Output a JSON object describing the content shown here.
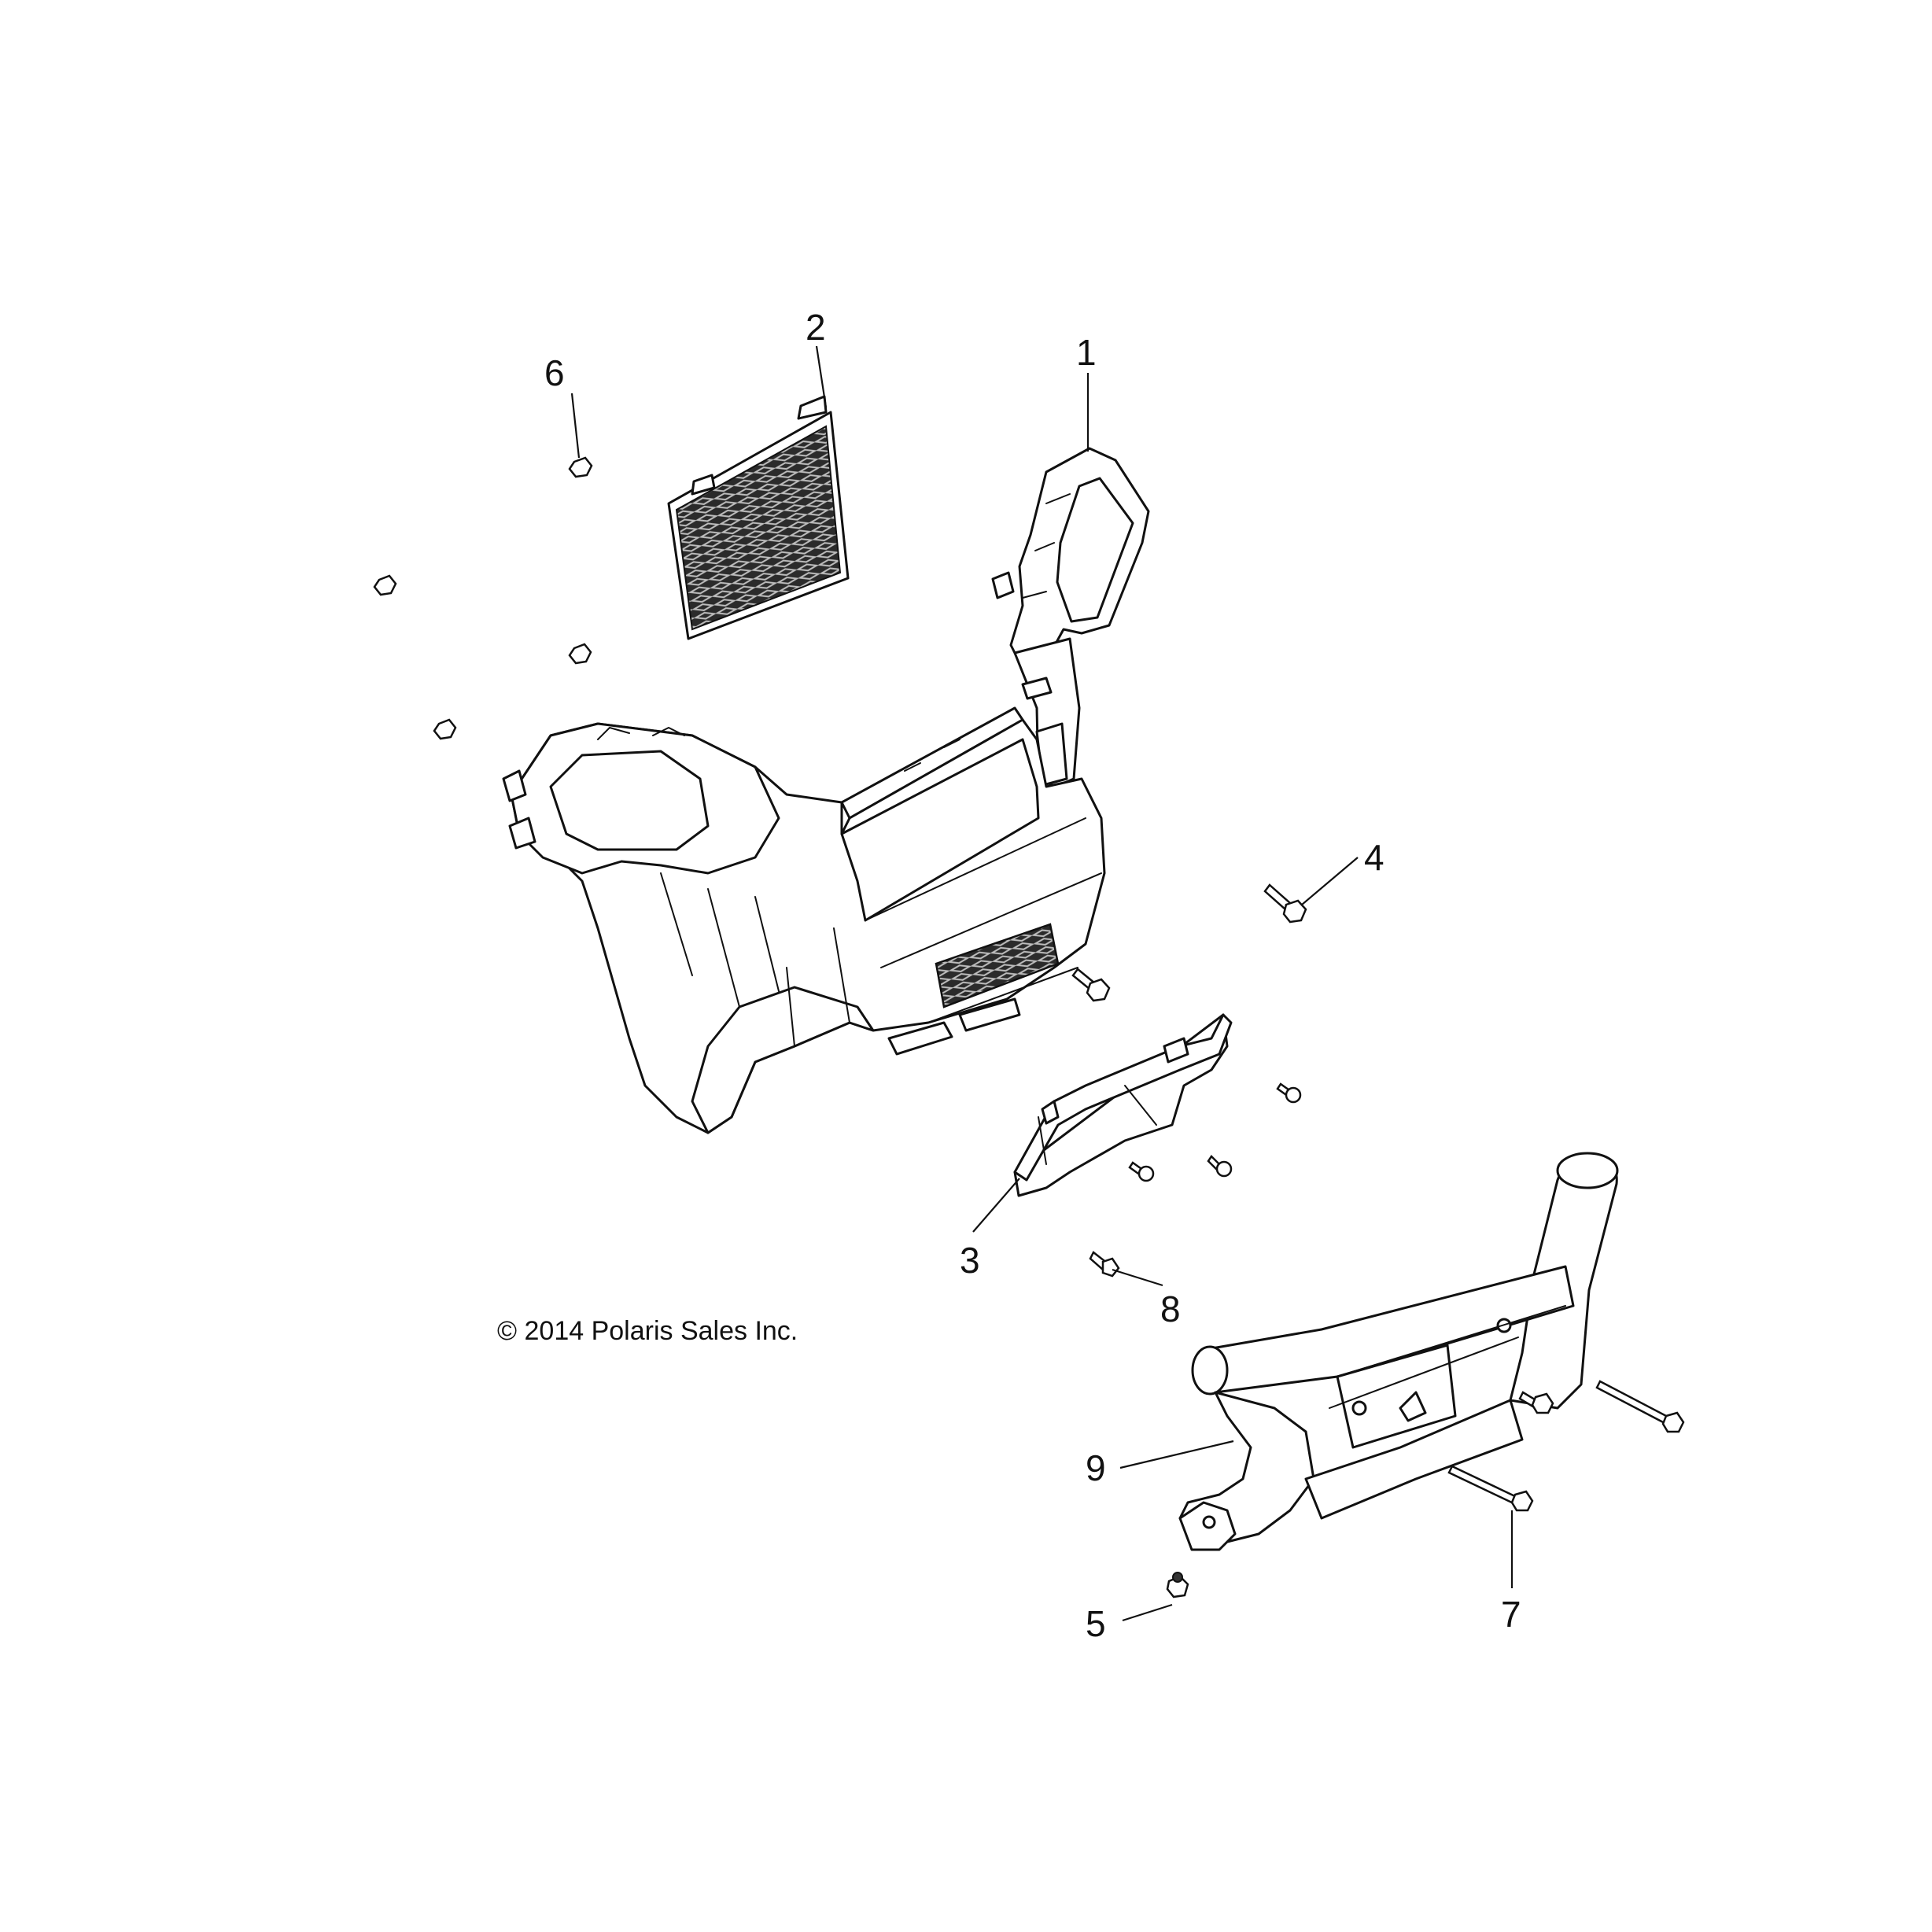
{
  "diagram": {
    "copyright": "© 2014 Polaris Sales Inc.",
    "callouts": {
      "c1": "1",
      "c2": "2",
      "c3": "3",
      "c4": "4",
      "c5": "5",
      "c6": "6",
      "c7": "7",
      "c8": "8",
      "c9": "9"
    }
  }
}
